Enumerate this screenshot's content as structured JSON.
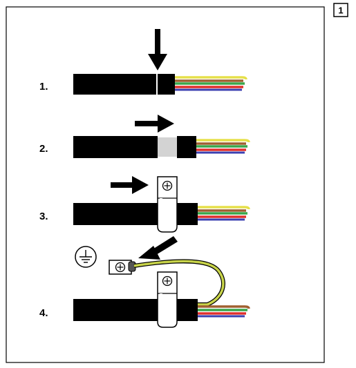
{
  "figure_badge": "1",
  "steps": [
    {
      "label": "1."
    },
    {
      "label": "2."
    },
    {
      "label": "3."
    },
    {
      "label": "4."
    }
  ],
  "colors": {
    "cable_jacket": "#000000",
    "shield_exposed": "#d3d3d3",
    "clamp_fill": "#ffffff",
    "ground_wire": "#c8d44a",
    "wire_yellow": "#e6e04a",
    "wire_green": "#3aa64a",
    "wire_red": "#e0302c",
    "wire_blue": "#3b3fb0",
    "wire_brown": "#a06030",
    "frame": "#000000"
  },
  "icons": [
    "down-arrow-icon",
    "right-arrow-icon",
    "diagonal-arrow-icon",
    "ground-symbol-icon",
    "screw-icon"
  ]
}
